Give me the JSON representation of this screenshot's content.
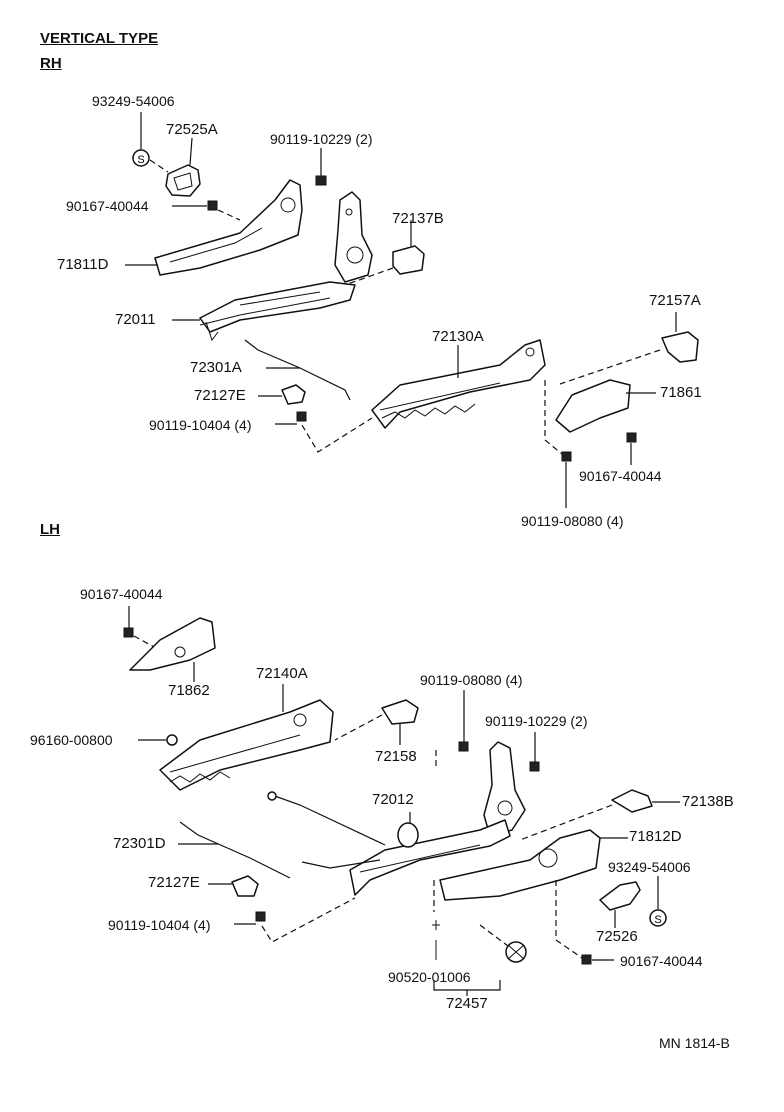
{
  "header": {
    "title": "VERTICAL  TYPE"
  },
  "sections": {
    "rh": "RH",
    "lh": "LH"
  },
  "labels": {
    "l93249_54006_rh": "93249-54006",
    "l72525A": "72525A",
    "l90119_10229_rh": "90119-10229 (2)",
    "l90167_40044_rh1": "90167-40044",
    "l72137B": "72137B",
    "l71811D": "71811D",
    "l72157A": "72157A",
    "l72011": "72011",
    "l72130A": "72130A",
    "l72301A": "72301A",
    "l71861": "71861",
    "l72127E_rh": "72127E",
    "l90119_10404_rh": "90119-10404 (4)",
    "l90167_40044_rh2": "90167-40044",
    "l90119_08080_rh": "90119-08080 (4)",
    "l90167_40044_lh1": "90167-40044",
    "l71862": "71862",
    "l72140A": "72140A",
    "l90119_08080_lh": "90119-08080 (4)",
    "l96160_00800": "96160-00800",
    "l90119_10229_lh": "90119-10229 (2)",
    "l72158": "72158",
    "l72012": "72012",
    "l72138B": "72138B",
    "l72301D": "72301D",
    "l71812D": "71812D",
    "l93249_54006_lh": "93249-54006",
    "l72127E_lh": "72127E",
    "l72526": "72526",
    "l90119_10404_lh": "90119-10404 (4)",
    "l90167_40044_lh2": "90167-40044",
    "l90520_01006": "90520-01006",
    "l72457": "72457"
  },
  "footer": {
    "drawing_code": "MN  1814-B"
  },
  "icons": {
    "s_mark": "S"
  }
}
